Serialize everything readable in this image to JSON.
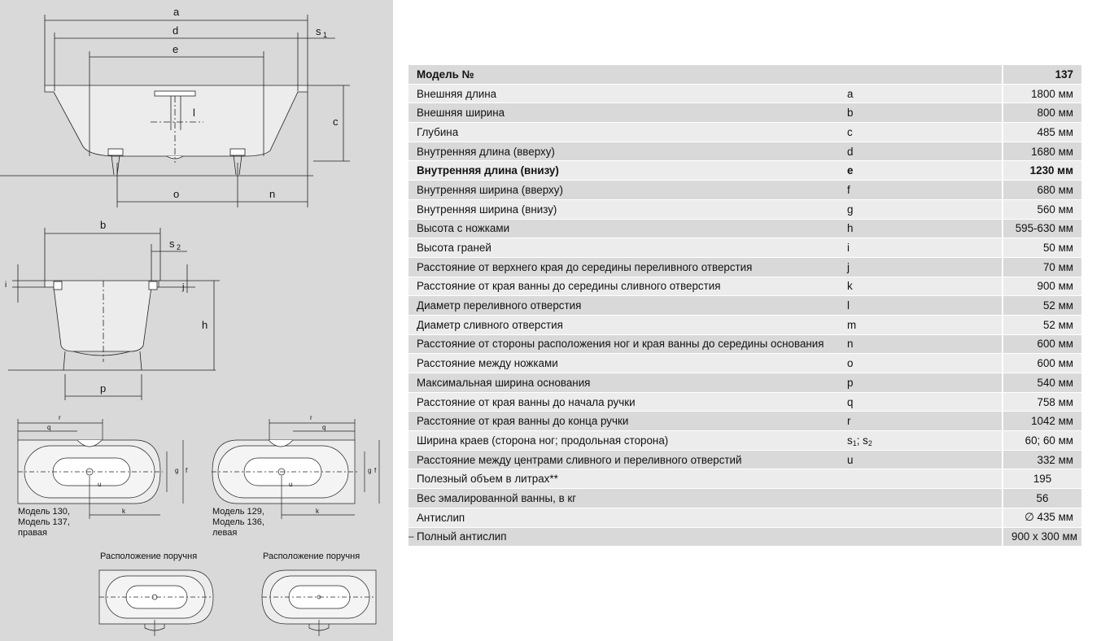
{
  "diagram": {
    "top_view_labels": {
      "a": "a",
      "d": "d",
      "e": "e",
      "s1": "s",
      "s1_sub": "1",
      "l": "l",
      "c": "c",
      "o": "o",
      "n": "n"
    },
    "side_view_labels": {
      "b": "b",
      "s2": "s",
      "s2_sub": "2",
      "i": "i",
      "j": "j",
      "h": "h",
      "p": "p"
    },
    "plan_labels": {
      "r": "r",
      "q": "q",
      "g": "g",
      "f": "f",
      "u": "u",
      "k": "k"
    },
    "caption_right": [
      "Модель 130,",
      "Модель 137,",
      "правая"
    ],
    "caption_left": [
      "Модель 129,",
      "Модель 136,",
      "левая"
    ],
    "handle_caption_1": "Расположение поручня",
    "handle_caption_2": "Расположение поручня"
  },
  "table": {
    "rows": [
      {
        "name": "Модель №",
        "sym": "",
        "val": "137",
        "bold": true
      },
      {
        "name": "Внешняя длина",
        "sym": "a",
        "val": "1800 мм"
      },
      {
        "name": "Внешняя ширина",
        "sym": "b",
        "val": "800 мм"
      },
      {
        "name": "Глубина",
        "sym": "c",
        "val": "485 мм"
      },
      {
        "name": "Внутренняя длина (вверху)",
        "sym": "d",
        "val": "1680 мм"
      },
      {
        "name": "Внутренняя длина (внизу)",
        "sym": "e",
        "val": "1230 мм",
        "bold": true
      },
      {
        "name": "Внутренняя ширина (вверху)",
        "sym": "f",
        "val": "680 мм"
      },
      {
        "name": "Внутренняя ширина (внизу)",
        "sym": "g",
        "val": "560 мм"
      },
      {
        "name": "Высота с ножками",
        "sym": "h",
        "val": "595-630 мм"
      },
      {
        "name": "Высота граней",
        "sym": "i",
        "val": "50 мм"
      },
      {
        "name": "Расстояние от верхнего края до середины переливного отверстия",
        "sym": "j",
        "val": "70 мм"
      },
      {
        "name": "Расстояние от края ванны до середины сливного отверстия",
        "sym": "k",
        "val": "900 мм"
      },
      {
        "name": "Диаметр переливного отверстия",
        "sym": "l",
        "val": "52 мм"
      },
      {
        "name": "Диаметр сливного отверстия",
        "sym": "m",
        "val": "52 мм"
      },
      {
        "name": "Расстояние от стороны расположения ног и края ванны до середины основания",
        "sym": "n",
        "val": "600 мм"
      },
      {
        "name": "Расстояние между ножками",
        "sym": "o",
        "val": "600 мм"
      },
      {
        "name": "Максимальная ширина основания",
        "sym": "p",
        "val": "540 мм"
      },
      {
        "name": "Расстояние от края ванны до начала ручки",
        "sym": "q",
        "val": "758 мм"
      },
      {
        "name": "Расстояние от края ванны до конца ручки",
        "sym": "r",
        "val": "1042 мм"
      },
      {
        "name": "Ширина краев (сторона ног; продольная сторона)",
        "sym": "s",
        "sym_sub1": "1",
        "sym_sep": "; s",
        "sym_sub2": "2",
        "val": "60; 60 мм"
      },
      {
        "name": "Расстояние между центрами сливного и переливного отверстий",
        "sym": "u",
        "val": "332 мм"
      },
      {
        "name": "Полезный объем в литрах**",
        "sym": "",
        "val": "195",
        "center": true
      },
      {
        "name": "Вес эмалированной ванны, в кг",
        "sym": "",
        "val": "56",
        "center": true
      },
      {
        "name": "Антислип",
        "sym": "",
        "val": "∅ 435 мм"
      },
      {
        "name": "Полный антислип",
        "sym": "",
        "val": "900 x 300 мм"
      }
    ],
    "footnote_dash": "–"
  }
}
